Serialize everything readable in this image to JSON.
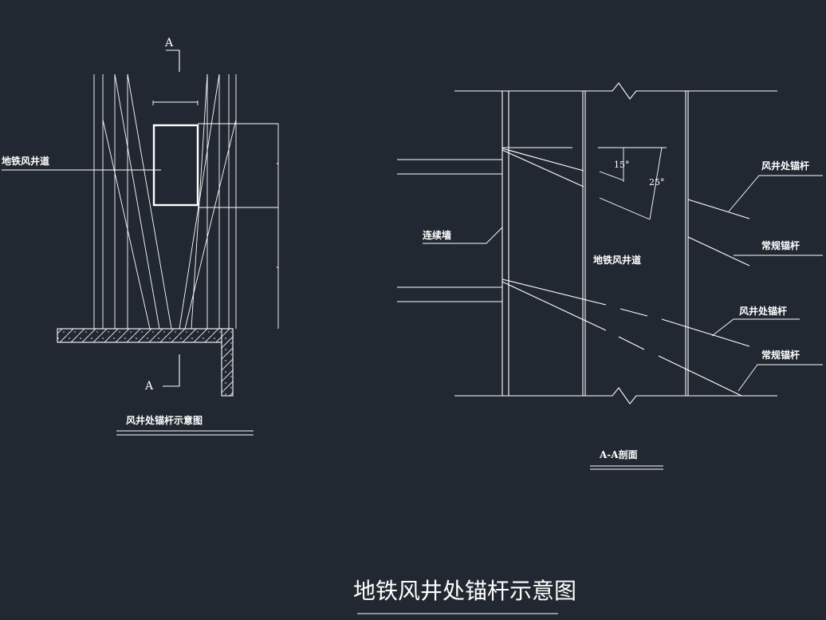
{
  "title": "地铁风井处锚杆示意图",
  "plan_view": {
    "caption": "风井处锚杆示意图",
    "label_shaft": "地铁风井道",
    "section_mark_top": "A",
    "section_mark_bottom": "A"
  },
  "section_view": {
    "caption": "A-A剖面",
    "label_wall": "连续墙",
    "label_shaft": "地铁风井道",
    "label_anchor_shaft_1": "风井处锚杆",
    "label_anchor_regular_1": "常规锚杆",
    "label_anchor_shaft_2": "风井处锚杆",
    "label_anchor_regular_2": "常规锚杆",
    "angle_small": "15°",
    "angle_large": "25°"
  },
  "colors": {
    "background": "#222831",
    "lines": "#ffffff"
  }
}
